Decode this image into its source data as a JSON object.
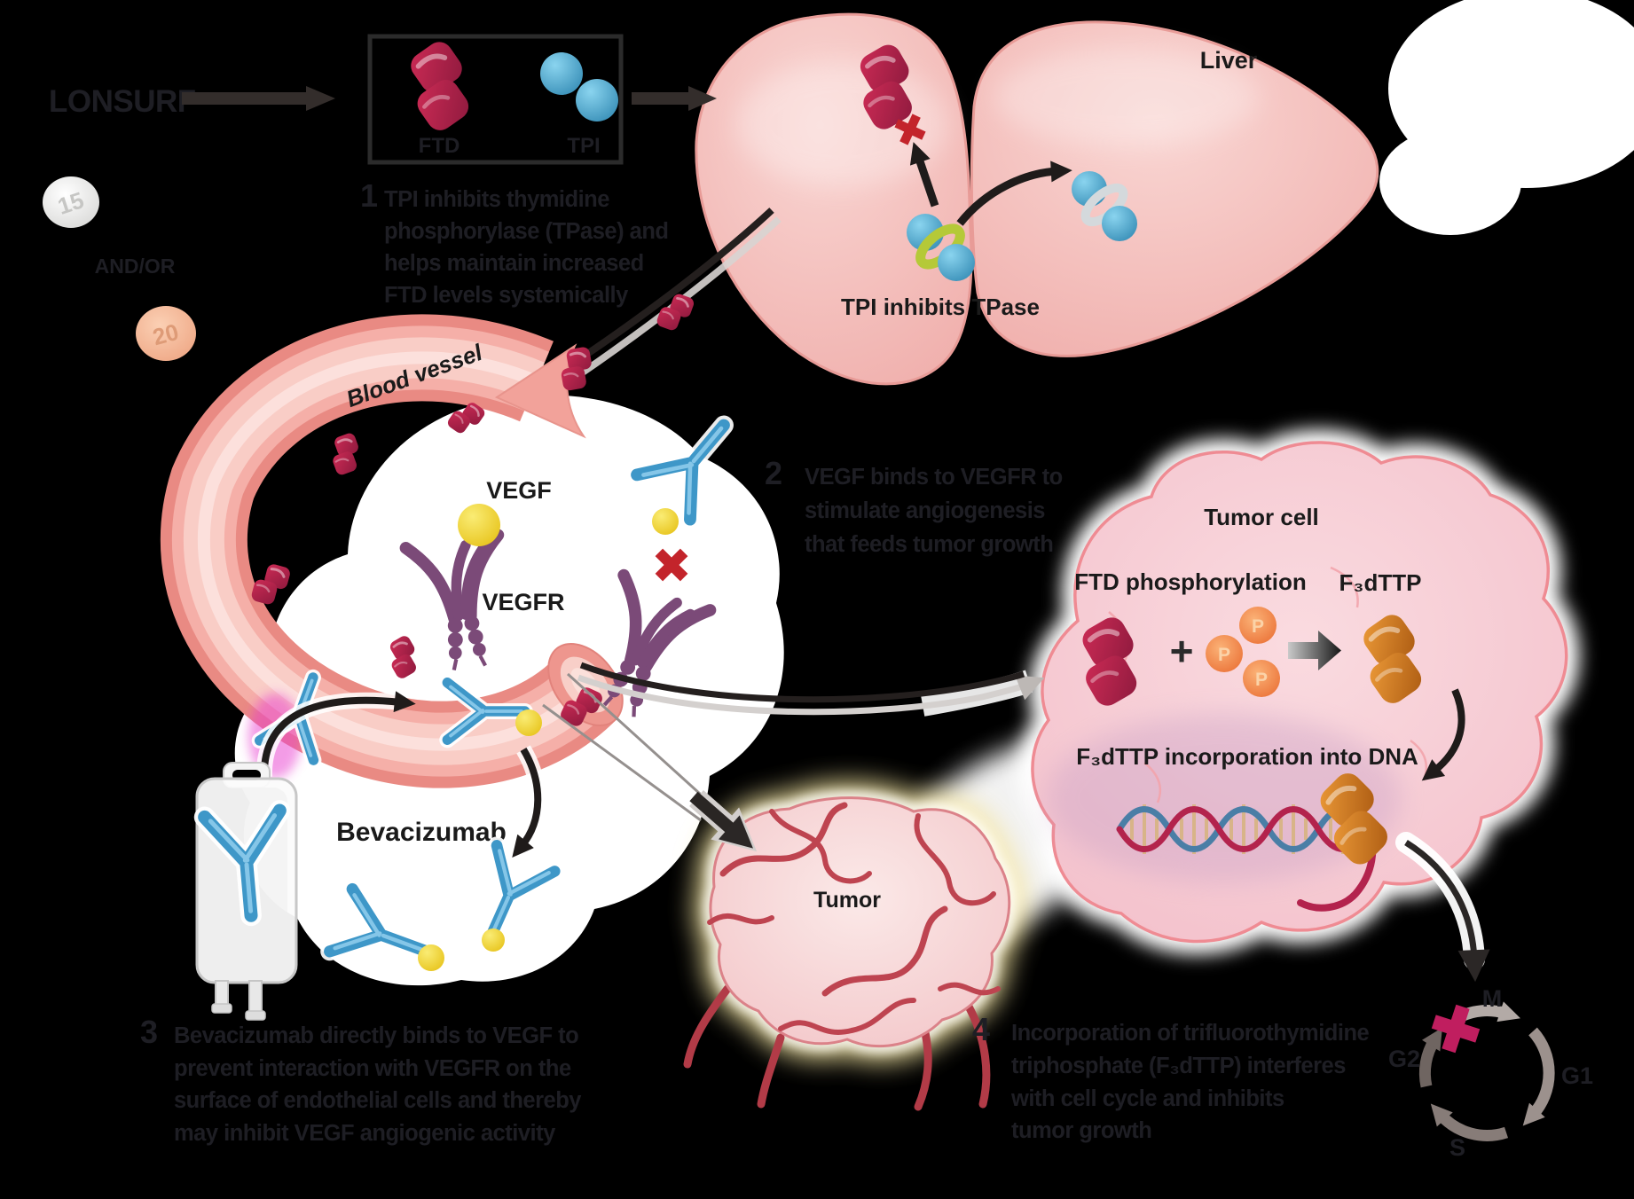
{
  "brand": {
    "name": "LONSURF"
  },
  "drug_box": {
    "ftd_label": "FTD",
    "tpi_label": "TPI"
  },
  "pills": {
    "pill_15": "15",
    "conjunction": "AND/OR",
    "pill_20": "20"
  },
  "liver": {
    "label": "Liver",
    "caption": "TPI inhibits TPase"
  },
  "vessel": {
    "label": "Blood vessel",
    "vegf_label": "VEGF",
    "vegfr_label": "VEGFR"
  },
  "bevacizumab": {
    "label": "Bevacizumab"
  },
  "tumor_cell": {
    "label": "Tumor cell",
    "phosphorylation_label": "FTD phosphorylation",
    "plus": "+",
    "phosphate_letter": "P",
    "f3dttp_label": "F₃dTTP",
    "incorporation_label": "F₃dTTP incorporation into DNA"
  },
  "tumor": {
    "label": "Tumor"
  },
  "cell_cycle": {
    "m": "M",
    "g1": "G1",
    "s": "S",
    "g2": "G2"
  },
  "steps": [
    {
      "num": "1",
      "lines": [
        "TPI inhibits thymidine",
        "phosphorylase (TPase) and",
        "helps maintain increased",
        "FTD levels systemically"
      ]
    },
    {
      "num": "2",
      "lines": [
        "VEGF binds to VEGFR to",
        "stimulate angiogenesis",
        "that feeds tumor growth"
      ]
    },
    {
      "num": "3",
      "lines": [
        "Bevacizumab directly binds to VEGF to",
        "prevent interaction with VEGFR on the",
        "surface of endothelial cells and thereby",
        "may inhibit VEGF angiogenic activity"
      ]
    },
    {
      "num": "4",
      "lines": [
        "Incorporation of trifluorothymidine",
        "triphosphate (F₃dTTP) interferes",
        "with cell cycle and inhibits",
        "tumor growth"
      ]
    }
  ],
  "colors": {
    "ftd": "#B2224E",
    "tpi": "#4FA8CE",
    "tpase_ring": "#B5C938",
    "blocked_ring": "#D4D9DC",
    "f3dttp": "#D9822B",
    "phosphate": "#F08648",
    "vegf": "#F2D832",
    "vegfr": "#7B4A78",
    "antibody": "#3E97C8",
    "cross_red": "#C3242B",
    "cycle_block": "#C01E5F"
  }
}
